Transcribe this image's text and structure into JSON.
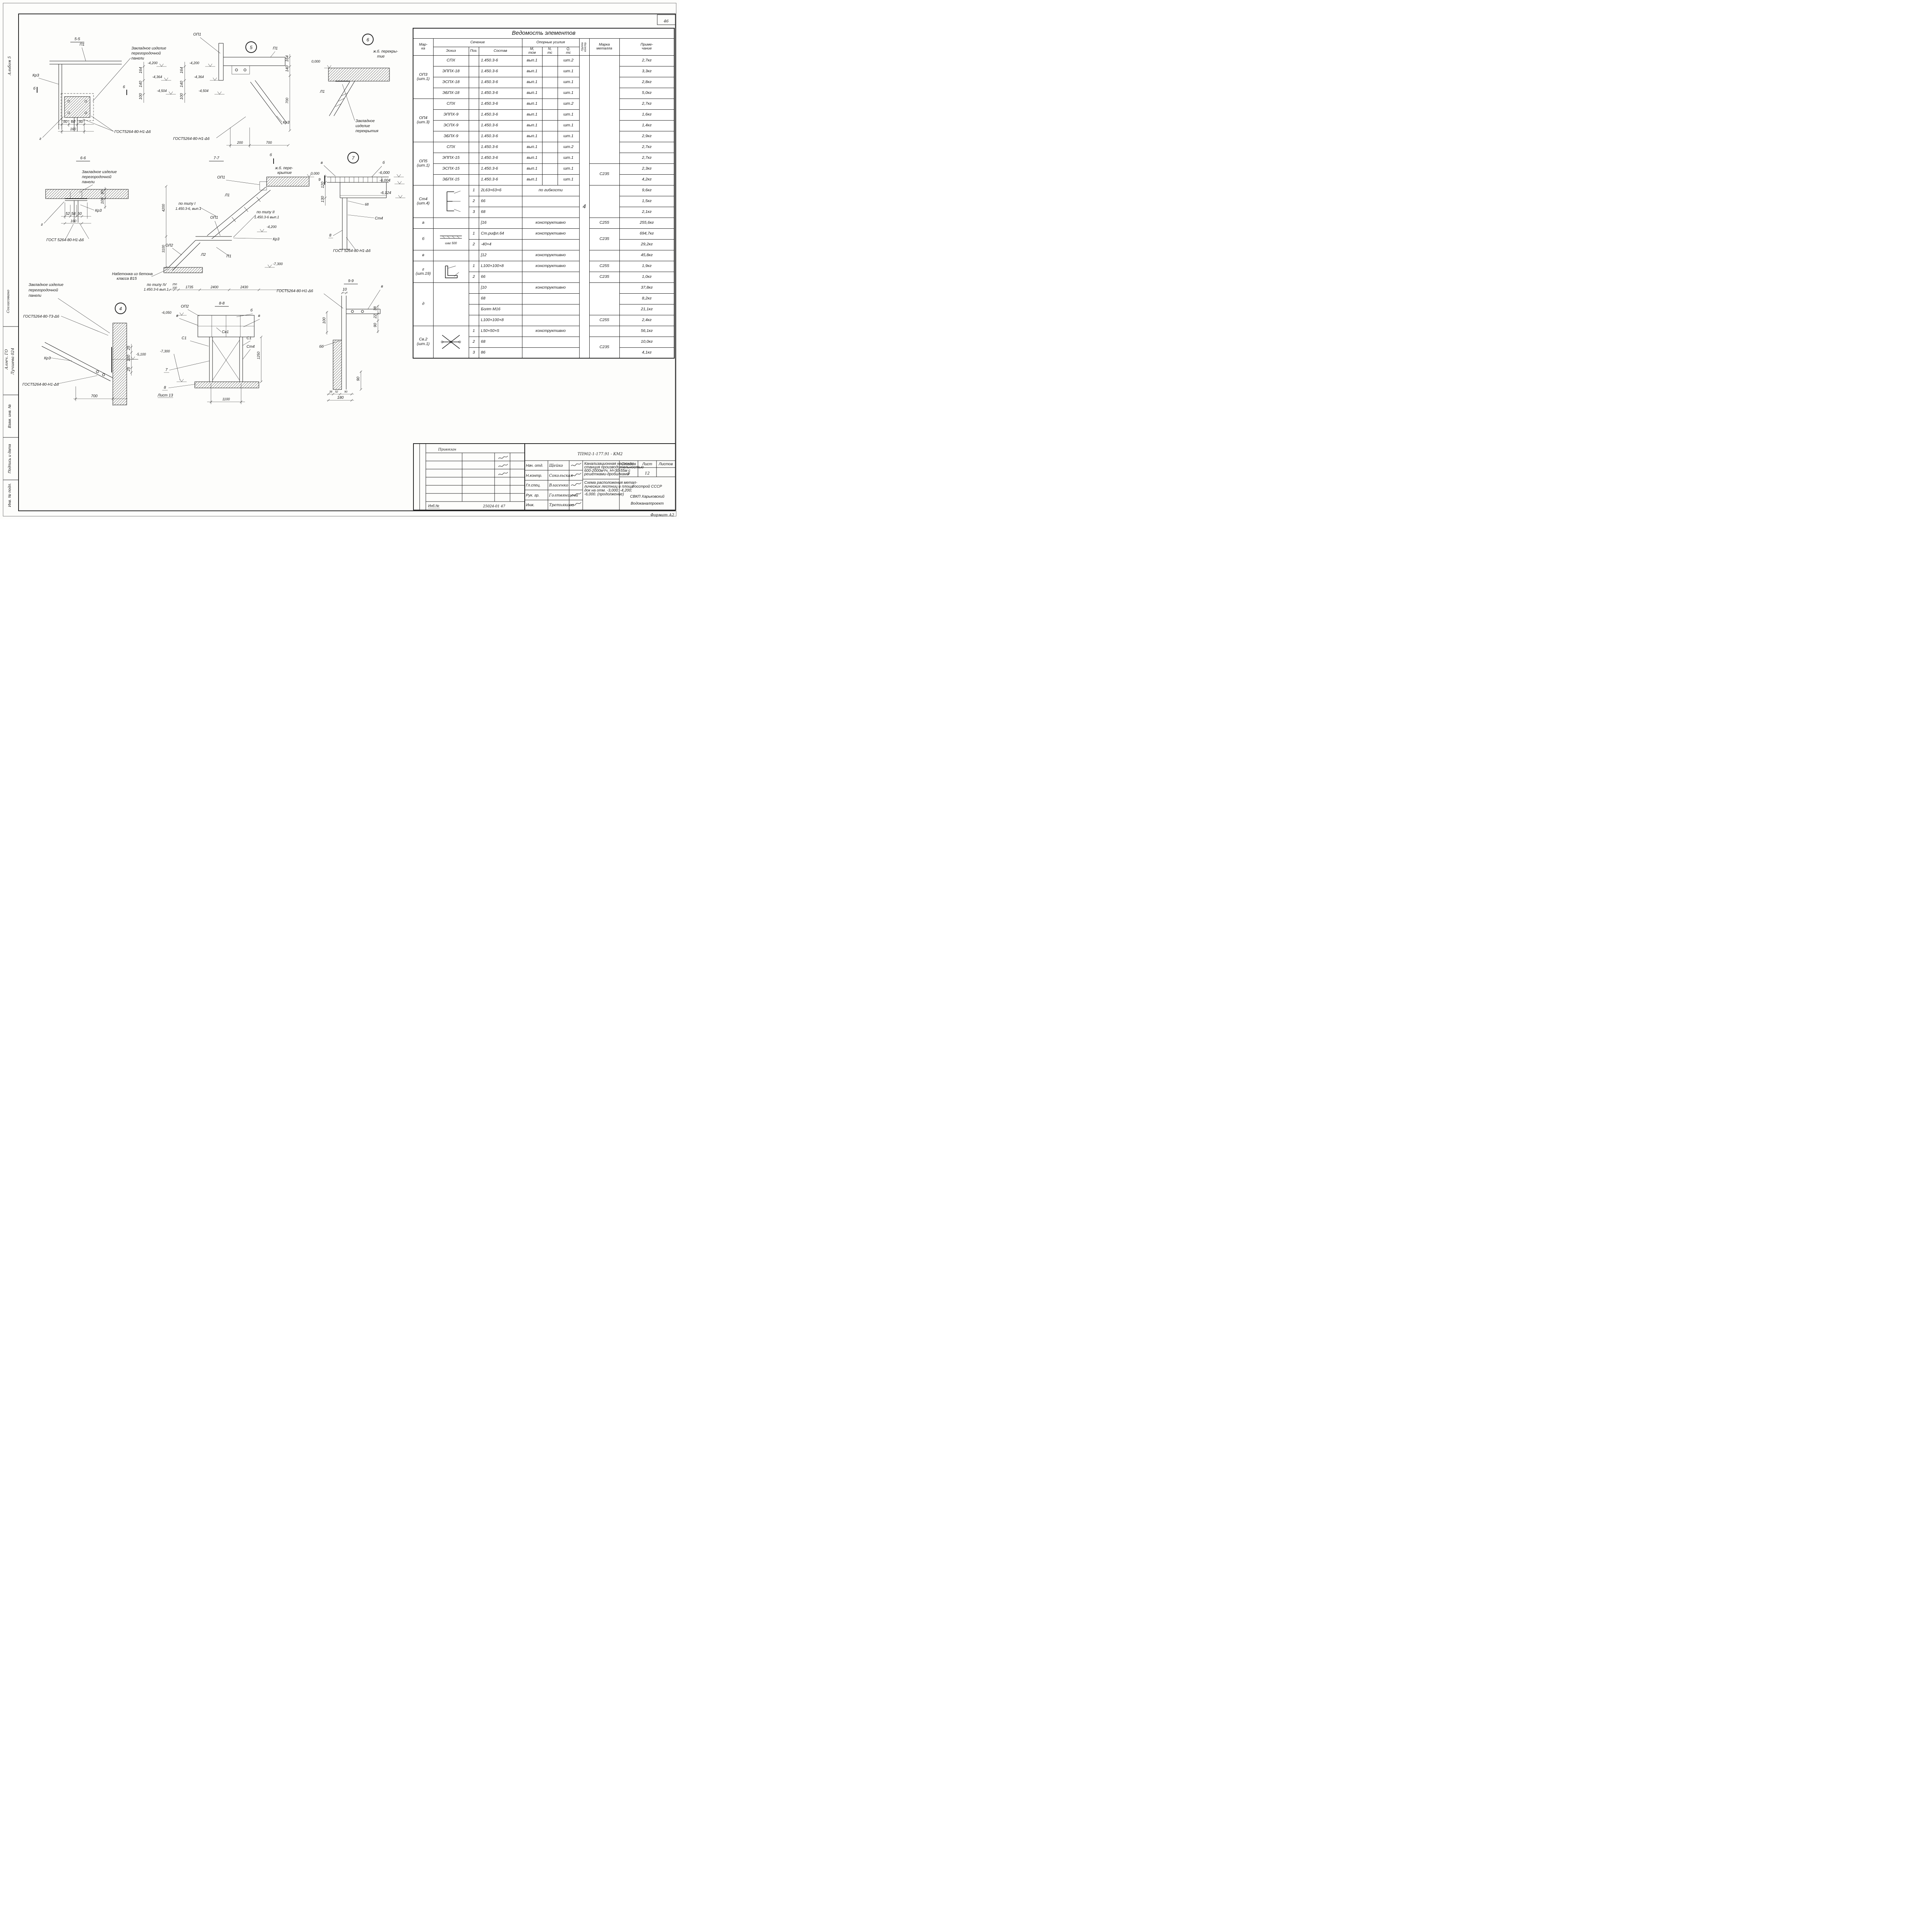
{
  "page": {
    "number": "46",
    "format": "Формат А2",
    "code": "25024-01   47"
  },
  "margin": {
    "album": "Альбом 5",
    "soglas": "Согласовано",
    "vzam": "Взам. инв. №",
    "podpis": "Подпись и дата",
    "inv": "Инв. № подл.",
    "hand1": "Алгеч. ГО",
    "hand2": "Лучшева  024"
  },
  "dw": {
    "s55": {
      "title": "5-5",
      "p1": "П1",
      "kr3": "Кр3",
      "b": "б",
      "n6": "6",
      "g": "г",
      "note1": "Закладное изделие",
      "note2": "перегородочной",
      "note3": "панели",
      "e1": "-4,200",
      "e2": "-4,364",
      "e3": "-4,504",
      "d164": "164",
      "d140": "140",
      "d100": "100",
      "d50a": "50",
      "d60": "60",
      "d50b": "50",
      "d160": "160",
      "gost": "ГОСТ5264-80-Н1-Δ6"
    },
    "d5": {
      "num": "5",
      "op1": "ОП1",
      "p1": "П1",
      "kr3": "Кр3",
      "gost": "ГОСТ5264-80-Н1-Δ6",
      "d200": "200",
      "d700": "700",
      "d164": "164",
      "d140": "140",
      "d700v": "700"
    },
    "d6": {
      "num": "6",
      "note1": "ж.б. перекры-",
      "note2": "тие",
      "e0": "0,000",
      "l1": "Л1",
      "z1": "Закладное",
      "z2": "изделие",
      "z3": "перекрытия"
    },
    "s66": {
      "title": "6-6",
      "note1": "Закладное изделие",
      "note2": "перегородочной",
      "note3": "панели",
      "kr3": "Кр3",
      "g": "г",
      "gost": "ГОСТ 5264-80-Н1-Δ6",
      "d90": "90",
      "d100": "100",
      "d52": "52",
      "d58": "58",
      "d50": "50",
      "d160": "160"
    },
    "s77": {
      "title": "7-7",
      "b": "б",
      "zh1": "ж.б. пере-",
      "zh2": "крытие",
      "e0": "0,000",
      "op1a": "ОП1",
      "l1": "Л1",
      "t1a": "по типу I",
      "t1b": "1.450.3-6, вып.1",
      "op1b": "ОП1",
      "t2a": "по типу II",
      "t2b": "1.450.3-6 вып.1",
      "e42": "-4,200",
      "kr3": "Кр3",
      "ol2": "ОЛ2",
      "l2": "Л2",
      "p1": "П1",
      "e73": "-7,300",
      "n1": "Набетонка из бетона",
      "n2": "класса В15",
      "t4a": "по типу IV",
      "t4b": "1.450.3-6 вып.1",
      "d4200": "4200",
      "d3100": "3100",
      "d250": "250",
      "d100": "100",
      "d1735": "1735",
      "d2400": "2400",
      "d2430": "2430"
    },
    "d7": {
      "num": "7",
      "v": "в",
      "b": "б",
      "n9": "9",
      "e60": "-6,000",
      "e604": "-6,004",
      "e612": "-6,124",
      "n68": "68",
      "st4": "Ст4",
      "n8": "8",
      "gost": "ГОСТ 5264-80-Н1-Δ6",
      "d120": "120",
      "d130": "130"
    },
    "d4": {
      "num": "4",
      "note1": "Закладное изделие",
      "note2": "перегородочной",
      "note3": "панели",
      "gostT": "ГОСТ5264-80-Т3-Δ6",
      "kr3": "Кр3",
      "gostN": "ГОСТ5264-80-Н1-Δ6",
      "e51": "-5,100",
      "d25a": "25",
      "d100": "100",
      "d25b": "25",
      "d700": "700"
    },
    "s88": {
      "title": "8-8",
      "op2": "ОП2",
      "v1": "в",
      "b": "б",
      "v2": "в",
      "sv1": "Св1",
      "s1a": "С1",
      "s1b": "С1",
      "st4": "Ст4",
      "e605": "-6,050",
      "e73": "-7,300",
      "n7": "7",
      "n8": "8",
      "list": "Лист 13",
      "d1100": "1100",
      "d1250": "1250"
    },
    "s99": {
      "title": "9-9",
      "gost": "ГОСТ5264-80-Н1-Δ6",
      "d10": "10",
      "v": "в",
      "d38a": "38",
      "d22": "22",
      "d90a": "90",
      "d100": "100",
      "bb": "бб",
      "d38b": "38",
      "d52": "52",
      "d90b": "90",
      "d180": "180",
      "d90c": "90"
    }
  },
  "ved": {
    "title": "Ведомость элементов",
    "h_marka": "Мар-\nка",
    "h_sech": "Сечение",
    "h_eskiz": "Эскиз",
    "h_poz": "Поз.",
    "h_sostav": "Состав",
    "h_oporn": "Опорные усилия",
    "h_m": "М,\nтсм",
    "h_n": "N,\nтс",
    "h_q": "Q,\nтс",
    "h_gruppa": "Группа\nконстр.",
    "h_metall": "Марка\nметалла",
    "h_prim": "Приме-\nчание",
    "rows": [
      [
        {
          "t": "ОП3\n(шт.1)",
          "r": 4
        },
        {
          "t": "СПХ"
        },
        {
          "t": ""
        },
        {
          "t": "1.450.3-6",
          "k": "lt"
        },
        {
          "t": "вып.1"
        },
        {
          "t": ""
        },
        {
          "t": "шт.2"
        },
        {
          "t": "4",
          "r": 28,
          "k": "big"
        },
        {
          "t": "",
          "r": 10
        },
        {
          "t": "2,7кг"
        }
      ],
      [
        {
          "t": "ЭППХ-18"
        },
        {
          "t": ""
        },
        {
          "t": "1.450.3-6",
          "k": "lt"
        },
        {
          "t": "вып.1"
        },
        {
          "t": ""
        },
        {
          "t": "шт.1"
        },
        {
          "t": "3,3кг"
        }
      ],
      [
        {
          "t": "ЭСПХ-18"
        },
        {
          "t": ""
        },
        {
          "t": "1.450.3-6",
          "k": "lt"
        },
        {
          "t": "вып.1"
        },
        {
          "t": ""
        },
        {
          "t": "шт.1"
        },
        {
          "t": "2,8кг"
        }
      ],
      [
        {
          "t": "ЭБПХ-18"
        },
        {
          "t": ""
        },
        {
          "t": "1.450.3-6",
          "k": "lt"
        },
        {
          "t": "вып.1"
        },
        {
          "t": ""
        },
        {
          "t": "шт.1"
        },
        {
          "t": "5,0кг"
        }
      ],
      [
        {
          "t": "ОП4\n(шт.3)",
          "r": 4
        },
        {
          "t": "СПХ"
        },
        {
          "t": ""
        },
        {
          "t": "1.450.3-6",
          "k": "lt"
        },
        {
          "t": "вып.1"
        },
        {
          "t": ""
        },
        {
          "t": "шт.2"
        },
        {
          "t": "2,7кг"
        }
      ],
      [
        {
          "t": "ЭППХ-9"
        },
        {
          "t": ""
        },
        {
          "t": "1.450.3-6",
          "k": "lt"
        },
        {
          "t": "вып.1"
        },
        {
          "t": ""
        },
        {
          "t": "шт.1"
        },
        {
          "t": "1,6кг"
        }
      ],
      [
        {
          "t": "ЭСПХ-9"
        },
        {
          "t": ""
        },
        {
          "t": "1.450.3-6",
          "k": "lt"
        },
        {
          "t": "вып.1"
        },
        {
          "t": ""
        },
        {
          "t": "шт.1"
        },
        {
          "t": "1,4кг"
        }
      ],
      [
        {
          "t": "ЭБПХ-9"
        },
        {
          "t": ""
        },
        {
          "t": "1.450.3-6",
          "k": "lt"
        },
        {
          "t": "вып.1"
        },
        {
          "t": ""
        },
        {
          "t": "шт.1"
        },
        {
          "t": "2,9кг"
        }
      ],
      [
        {
          "t": "ОП5\n(шт.1)",
          "r": 4
        },
        {
          "t": "СПХ"
        },
        {
          "t": ""
        },
        {
          "t": "1.450.3-6",
          "k": "lt"
        },
        {
          "t": "вып.1"
        },
        {
          "t": ""
        },
        {
          "t": "шт.2"
        },
        {
          "t": "2,7кг"
        }
      ],
      [
        {
          "t": "ЭППХ-15"
        },
        {
          "t": ""
        },
        {
          "t": "1.450.3-6",
          "k": "lt"
        },
        {
          "t": "вып.1"
        },
        {
          "t": ""
        },
        {
          "t": "шт.1"
        },
        {
          "t": "2,7кг"
        }
      ],
      [
        {
          "t": "ЭСПХ-15"
        },
        {
          "t": ""
        },
        {
          "t": "1.450.3-6",
          "k": "lt"
        },
        {
          "t": "вып.1"
        },
        {
          "t": ""
        },
        {
          "t": "шт.1"
        },
        {
          "t": "С235",
          "r": 2
        },
        {
          "t": "2,3кг"
        }
      ],
      [
        {
          "t": "ЭБПХ-15"
        },
        {
          "t": ""
        },
        {
          "t": "1.450.3-6",
          "k": "lt"
        },
        {
          "t": "вып.1"
        },
        {
          "t": ""
        },
        {
          "t": "шт.1"
        },
        {
          "t": "4,2кг"
        }
      ],
      [
        {
          "t": "Ст4\n(шт.4)",
          "r": 3
        },
        {
          "t": "",
          "k": "sk sk-st4",
          "r": 3
        },
        {
          "t": "1"
        },
        {
          "t": "2L63×63×6",
          "k": "lt"
        },
        {
          "t": "по гибкости",
          "c": 3
        },
        {
          "t": "",
          "r": 3
        },
        {
          "t": "9,6кг"
        }
      ],
      [
        {
          "t": "2"
        },
        {
          "t": "66",
          "k": "lt"
        },
        {
          "t": "",
          "c": 3
        },
        {
          "t": "1,5кг"
        }
      ],
      [
        {
          "t": "3"
        },
        {
          "t": "68",
          "k": "lt"
        },
        {
          "t": "",
          "c": 3
        },
        {
          "t": "2,1кг"
        }
      ],
      [
        {
          "t": "а"
        },
        {
          "t": ""
        },
        {
          "t": ""
        },
        {
          "t": "[16",
          "k": "lt"
        },
        {
          "t": "конструктивно",
          "c": 3
        },
        {
          "t": "С255"
        },
        {
          "t": "255,6кг"
        }
      ],
      [
        {
          "t": "б",
          "r": 2
        },
        {
          "t": "шаг 500",
          "k": "sk sk-b",
          "r": 2
        },
        {
          "t": "1"
        },
        {
          "t": "Ст.рифл.64",
          "k": "lt"
        },
        {
          "t": "конструктивно",
          "c": 3
        },
        {
          "t": "С235",
          "r": 2
        },
        {
          "t": "694,7кг"
        }
      ],
      [
        {
          "t": "2"
        },
        {
          "t": "-40×4",
          "k": "lt"
        },
        {
          "t": "",
          "c": 3
        },
        {
          "t": "29,2кг"
        }
      ],
      [
        {
          "t": "в"
        },
        {
          "t": ""
        },
        {
          "t": ""
        },
        {
          "t": "[12",
          "k": "lt"
        },
        {
          "t": "конструктивно",
          "c": 3
        },
        {
          "t": ""
        },
        {
          "t": "45,8кг"
        }
      ],
      [
        {
          "t": "г\n(шт.19)",
          "r": 2
        },
        {
          "t": "",
          "k": "sk sk-g",
          "r": 2
        },
        {
          "t": "1"
        },
        {
          "t": "L100×100×8",
          "k": "lt"
        },
        {
          "t": "конструктивно",
          "c": 3
        },
        {
          "t": "С255"
        },
        {
          "t": "1,9кг"
        }
      ],
      [
        {
          "t": "2"
        },
        {
          "t": "66",
          "k": "lt"
        },
        {
          "t": "",
          "c": 3
        },
        {
          "t": "С235"
        },
        {
          "t": "1,0кг"
        }
      ],
      [
        {
          "t": "д",
          "r": 4
        },
        {
          "t": "",
          "r": 4
        },
        {
          "t": ""
        },
        {
          "t": "[10",
          "k": "lt"
        },
        {
          "t": "конструктивно",
          "c": 3
        },
        {
          "t": "",
          "r": 3
        },
        {
          "t": "37,8кг"
        }
      ],
      [
        {
          "t": ""
        },
        {
          "t": "68",
          "k": "lt"
        },
        {
          "t": "",
          "c": 3
        },
        {
          "t": "8,2кг"
        }
      ],
      [
        {
          "t": ""
        },
        {
          "t": "Болт М16",
          "k": "lt"
        },
        {
          "t": "",
          "c": 3
        },
        {
          "t": "21,1кг"
        }
      ],
      [
        {
          "t": ""
        },
        {
          "t": "L100×100×8",
          "k": "lt"
        },
        {
          "t": "",
          "c": 3
        },
        {
          "t": "С255"
        },
        {
          "t": "2,4кг"
        }
      ],
      [
        {
          "t": "Св.2\n(шт.1)",
          "r": 3
        },
        {
          "t": "",
          "k": "sk sk-sv2",
          "r": 3
        },
        {
          "t": "1"
        },
        {
          "t": "L50×50×5",
          "k": "lt"
        },
        {
          "t": "конструктивно",
          "c": 3
        },
        {
          "t": ""
        },
        {
          "t": "56,1кг"
        }
      ],
      [
        {
          "t": "2"
        },
        {
          "t": "68",
          "k": "lt"
        },
        {
          "t": "",
          "c": 3
        },
        {
          "t": "С235",
          "r": 2
        },
        {
          "t": "10,0кг"
        }
      ],
      [
        {
          "t": "3"
        },
        {
          "t": "86",
          "k": "lt"
        },
        {
          "t": "",
          "c": 3
        },
        {
          "t": "4,1кг"
        }
      ]
    ]
  },
  "tb": {
    "doc": "ТП902-1-177.91 - КМ2",
    "privyazan": "Привязан",
    "inv": "Инб.№",
    "roles": [
      "Нач. отд.",
      "Н.контр.",
      "Гл.спец.",
      "Рук. гр.",
      "Инж."
    ],
    "names": [
      "Щейко",
      "Сокольская",
      "Власенко",
      "Голтвянщева",
      "Третьякова"
    ],
    "proj1": "Канализационная насосная",
    "proj2": "станция производительностью",
    "proj3": "600-2000м³/ч, Н=30-55м с",
    "proj4": "решётками-дробилками",
    "sh1": "Схема расположения метал-",
    "sh2": "лических лестниц и площа-",
    "sh3": "док на отм. -3,000; -4,200;",
    "sh4": "-6,000.    (продолжение)",
    "stadia": "Стадия",
    "list": "Лист",
    "listov": "Листов",
    "stadia_v": "р",
    "list_v": "12",
    "org1": "Госстрой СССР",
    "org2": "СВКП Харьковский",
    "org3": "Водоканалпроект"
  }
}
